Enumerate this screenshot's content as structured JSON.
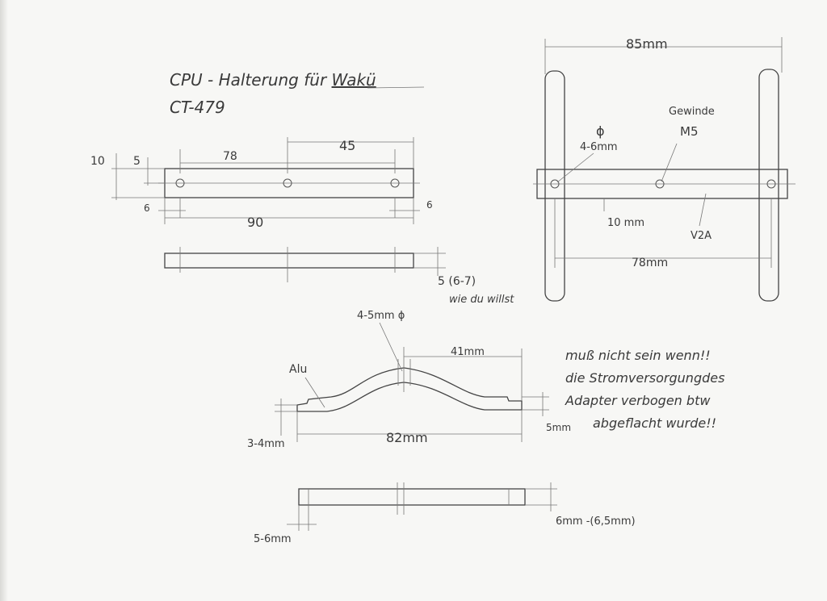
{
  "title": {
    "line1_prefix": "CPU - Halterung für ",
    "line1_underlined": "Wakü",
    "line2": "CT-479"
  },
  "top_view": {
    "dim_height": "10",
    "dim_hole_offset": "5",
    "dim_hole_spacing": "78",
    "dim_center_right": "45",
    "dim_left_margin": "6",
    "dim_total_length": "90",
    "dim_right_margin": "6"
  },
  "side_view": {
    "dim_thickness": "5 (6-7)",
    "note": "wie du willst"
  },
  "assembly": {
    "dim_width": "85mm",
    "hole_symbol": "ϕ",
    "hole_label": "4-6mm",
    "thread_label_1": "Gewinde",
    "thread_label_2": "M5",
    "dim_bar": "10 mm",
    "material": "V2A",
    "dim_spacing": "78mm"
  },
  "bracket": {
    "material": "Alu",
    "hole_label": "4-5mm ϕ",
    "dim_half": "41mm",
    "dim_length": "82mm",
    "dim_end_height": "3-4mm",
    "dim_height": "5mm"
  },
  "note": {
    "line1": "muß nicht sein wenn!!",
    "line2": "die Stromversorgungdes",
    "line3": "Adapter verbogen btw",
    "line4": "abgeflacht wurde!!"
  },
  "bottom_view": {
    "dim_left": "5-6mm",
    "dim_right": "6mm -(6,5mm)"
  }
}
